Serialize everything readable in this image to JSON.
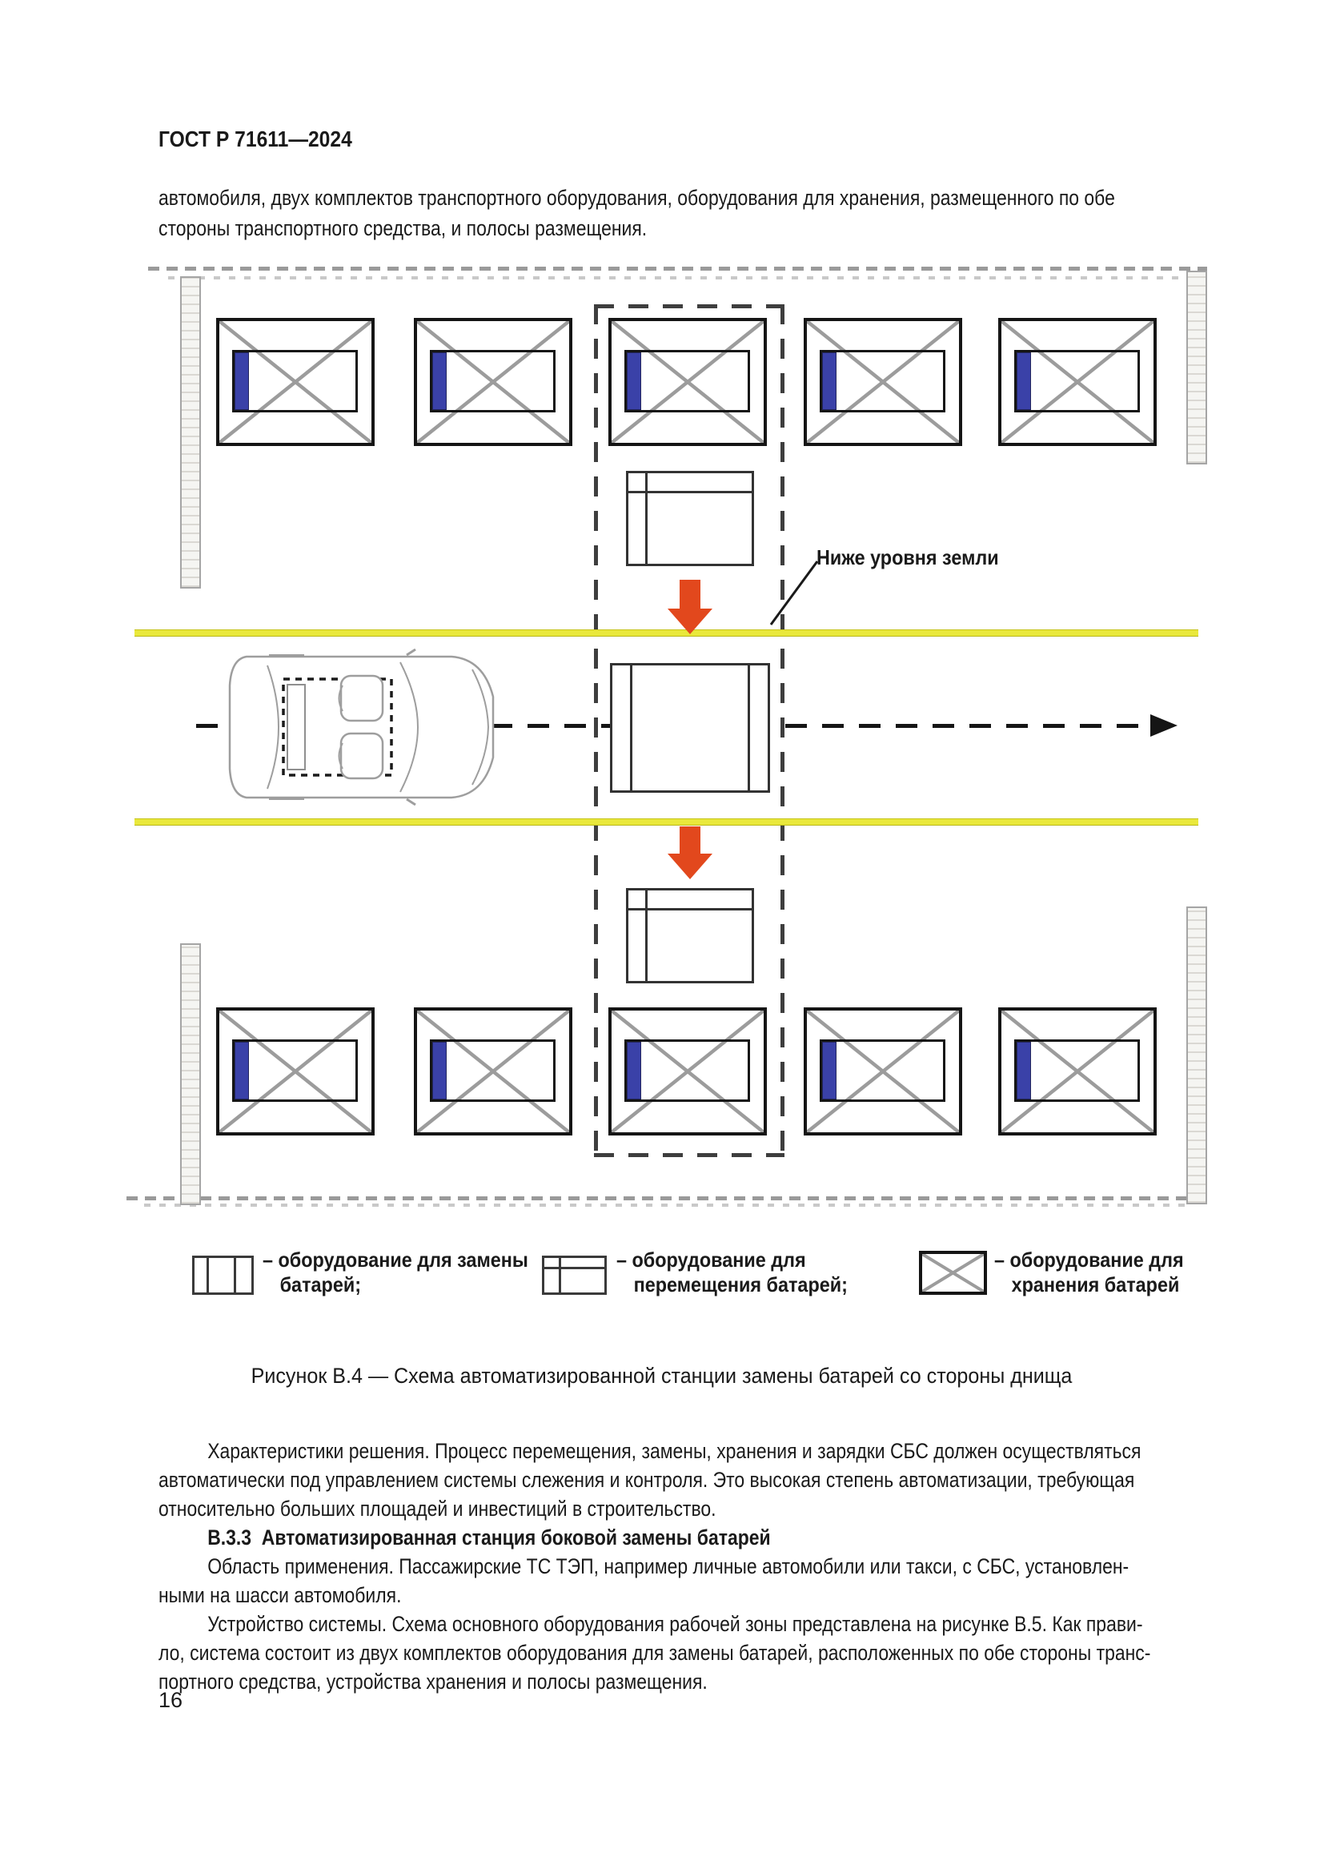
{
  "document": {
    "standard_code": "ГОСТ Р 71611—2024",
    "page_number": "16"
  },
  "intro": {
    "lines": [
      "автомобиля, двух комплектов транспортного оборудования, оборудования для хранения, размещенного по обе",
      "стороны транспортного средства, и полосы размещения."
    ]
  },
  "figure": {
    "annotation": "Ниже уровня земли",
    "caption": "Рисунок В.4 — Схема автоматизированной станции замены батарей со стороны днища",
    "colors": {
      "battery_blue": "#3a41a8",
      "lane_yellow": "#e9e83b",
      "arrow_red": "#e2481d",
      "diagonal_gray": "#9c9c9c",
      "ink": "#151515"
    }
  },
  "legend": {
    "items": [
      {
        "symbol": "battery-swap-equipment",
        "lines": [
          "– оборудование для замены",
          "батарей;"
        ]
      },
      {
        "symbol": "battery-transfer-equipment",
        "lines": [
          "– оборудование для",
          "перемещения батарей;"
        ]
      },
      {
        "symbol": "battery-storage-equipment",
        "lines": [
          "– оборудование для",
          "хранения батарей"
        ]
      }
    ]
  },
  "body": {
    "rows": [
      {
        "text": "Характеристики решения. Процесс перемещения, замены, хранения и зарядки СБС должен осуществляться"
      },
      {
        "text": "автоматически под управлением системы слежения и контроля. Это высокая степень автоматизации, требующая"
      },
      {
        "text": "относительно больших площадей и инвестиций в строительство."
      },
      {
        "text": "В.3.3  Автоматизированная станция боковой замены батарей"
      },
      {
        "text": "Область применения. Пассажирские ТС ТЭП, например личные автомобили или такси, с СБС, установлен-"
      },
      {
        "text": "ными на шасси автомобиля."
      },
      {
        "text": "Устройство системы. Схема основного оборудования рабочей зоны представлена на рисунке В.5. Как прави-"
      },
      {
        "text": "ло, система состоит из двух комплектов оборудования для замены батарей, расположенных по обе стороны транс-"
      },
      {
        "text": "портного средства, устройства хранения и полосы размещения."
      }
    ]
  }
}
